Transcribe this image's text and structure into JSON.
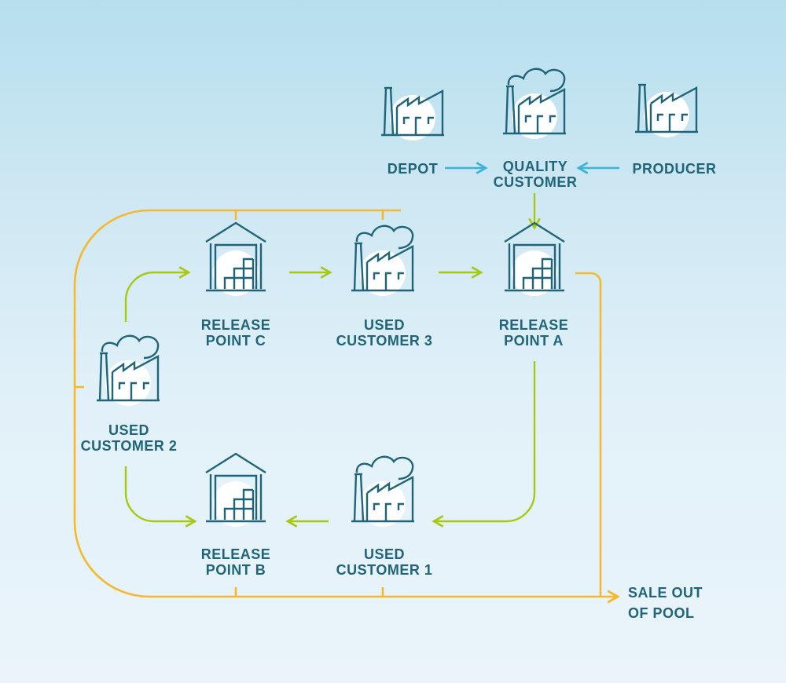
{
  "colors": {
    "icon": "#1f6478",
    "icon_fill_circle": "#ffffff",
    "label": "#1f6478",
    "supply_arrow": "#3ab3d8",
    "green_flow": "#a8c813",
    "orange_loop": "#f5b82e"
  },
  "nodes": [
    {
      "id": "depot",
      "icon": "factory-icon",
      "lines": [
        "DEPOT"
      ]
    },
    {
      "id": "quality-customer",
      "icon": "factory-smoke-icon",
      "lines": [
        "QUALITY",
        "CUSTOMER"
      ]
    },
    {
      "id": "producer",
      "icon": "factory-icon",
      "lines": [
        "PRODUCER"
      ]
    },
    {
      "id": "release-point-c",
      "icon": "warehouse-icon",
      "lines": [
        "RELEASE",
        "POINT C"
      ]
    },
    {
      "id": "used-customer-3",
      "icon": "factory-smoke-icon",
      "lines": [
        "USED",
        "CUSTOMER 3"
      ]
    },
    {
      "id": "release-point-a",
      "icon": "warehouse-icon",
      "lines": [
        "RELEASE",
        "POINT A"
      ]
    },
    {
      "id": "used-customer-2",
      "icon": "factory-smoke-icon",
      "lines": [
        "USED",
        "CUSTOMER 2"
      ]
    },
    {
      "id": "release-point-b",
      "icon": "warehouse-icon",
      "lines": [
        "RELEASE",
        "POINT B"
      ]
    },
    {
      "id": "used-customer-1",
      "icon": "factory-smoke-icon",
      "lines": [
        "USED",
        "CUSTOMER 1"
      ]
    }
  ],
  "exit": {
    "lines": [
      "SALE OUT",
      "OF POOL"
    ]
  },
  "edges": [
    {
      "from": "depot",
      "to": "quality-customer",
      "type": "supply"
    },
    {
      "from": "producer",
      "to": "quality-customer",
      "type": "supply"
    },
    {
      "from": "quality-customer",
      "to": "release-point-a",
      "type": "flow"
    },
    {
      "from": "release-point-a",
      "to": "used-customer-1",
      "type": "flow"
    },
    {
      "from": "used-customer-1",
      "to": "release-point-b",
      "type": "flow"
    },
    {
      "from": "used-customer-2",
      "to": "release-point-b",
      "type": "flow"
    },
    {
      "from": "used-customer-2",
      "to": "release-point-c",
      "type": "flow"
    },
    {
      "from": "release-point-c",
      "to": "used-customer-3",
      "type": "flow"
    },
    {
      "from": "used-customer-3",
      "to": "release-point-a",
      "type": "flow"
    },
    {
      "from": "pool-loop",
      "to": "sale-out-of-pool",
      "type": "exit"
    }
  ]
}
